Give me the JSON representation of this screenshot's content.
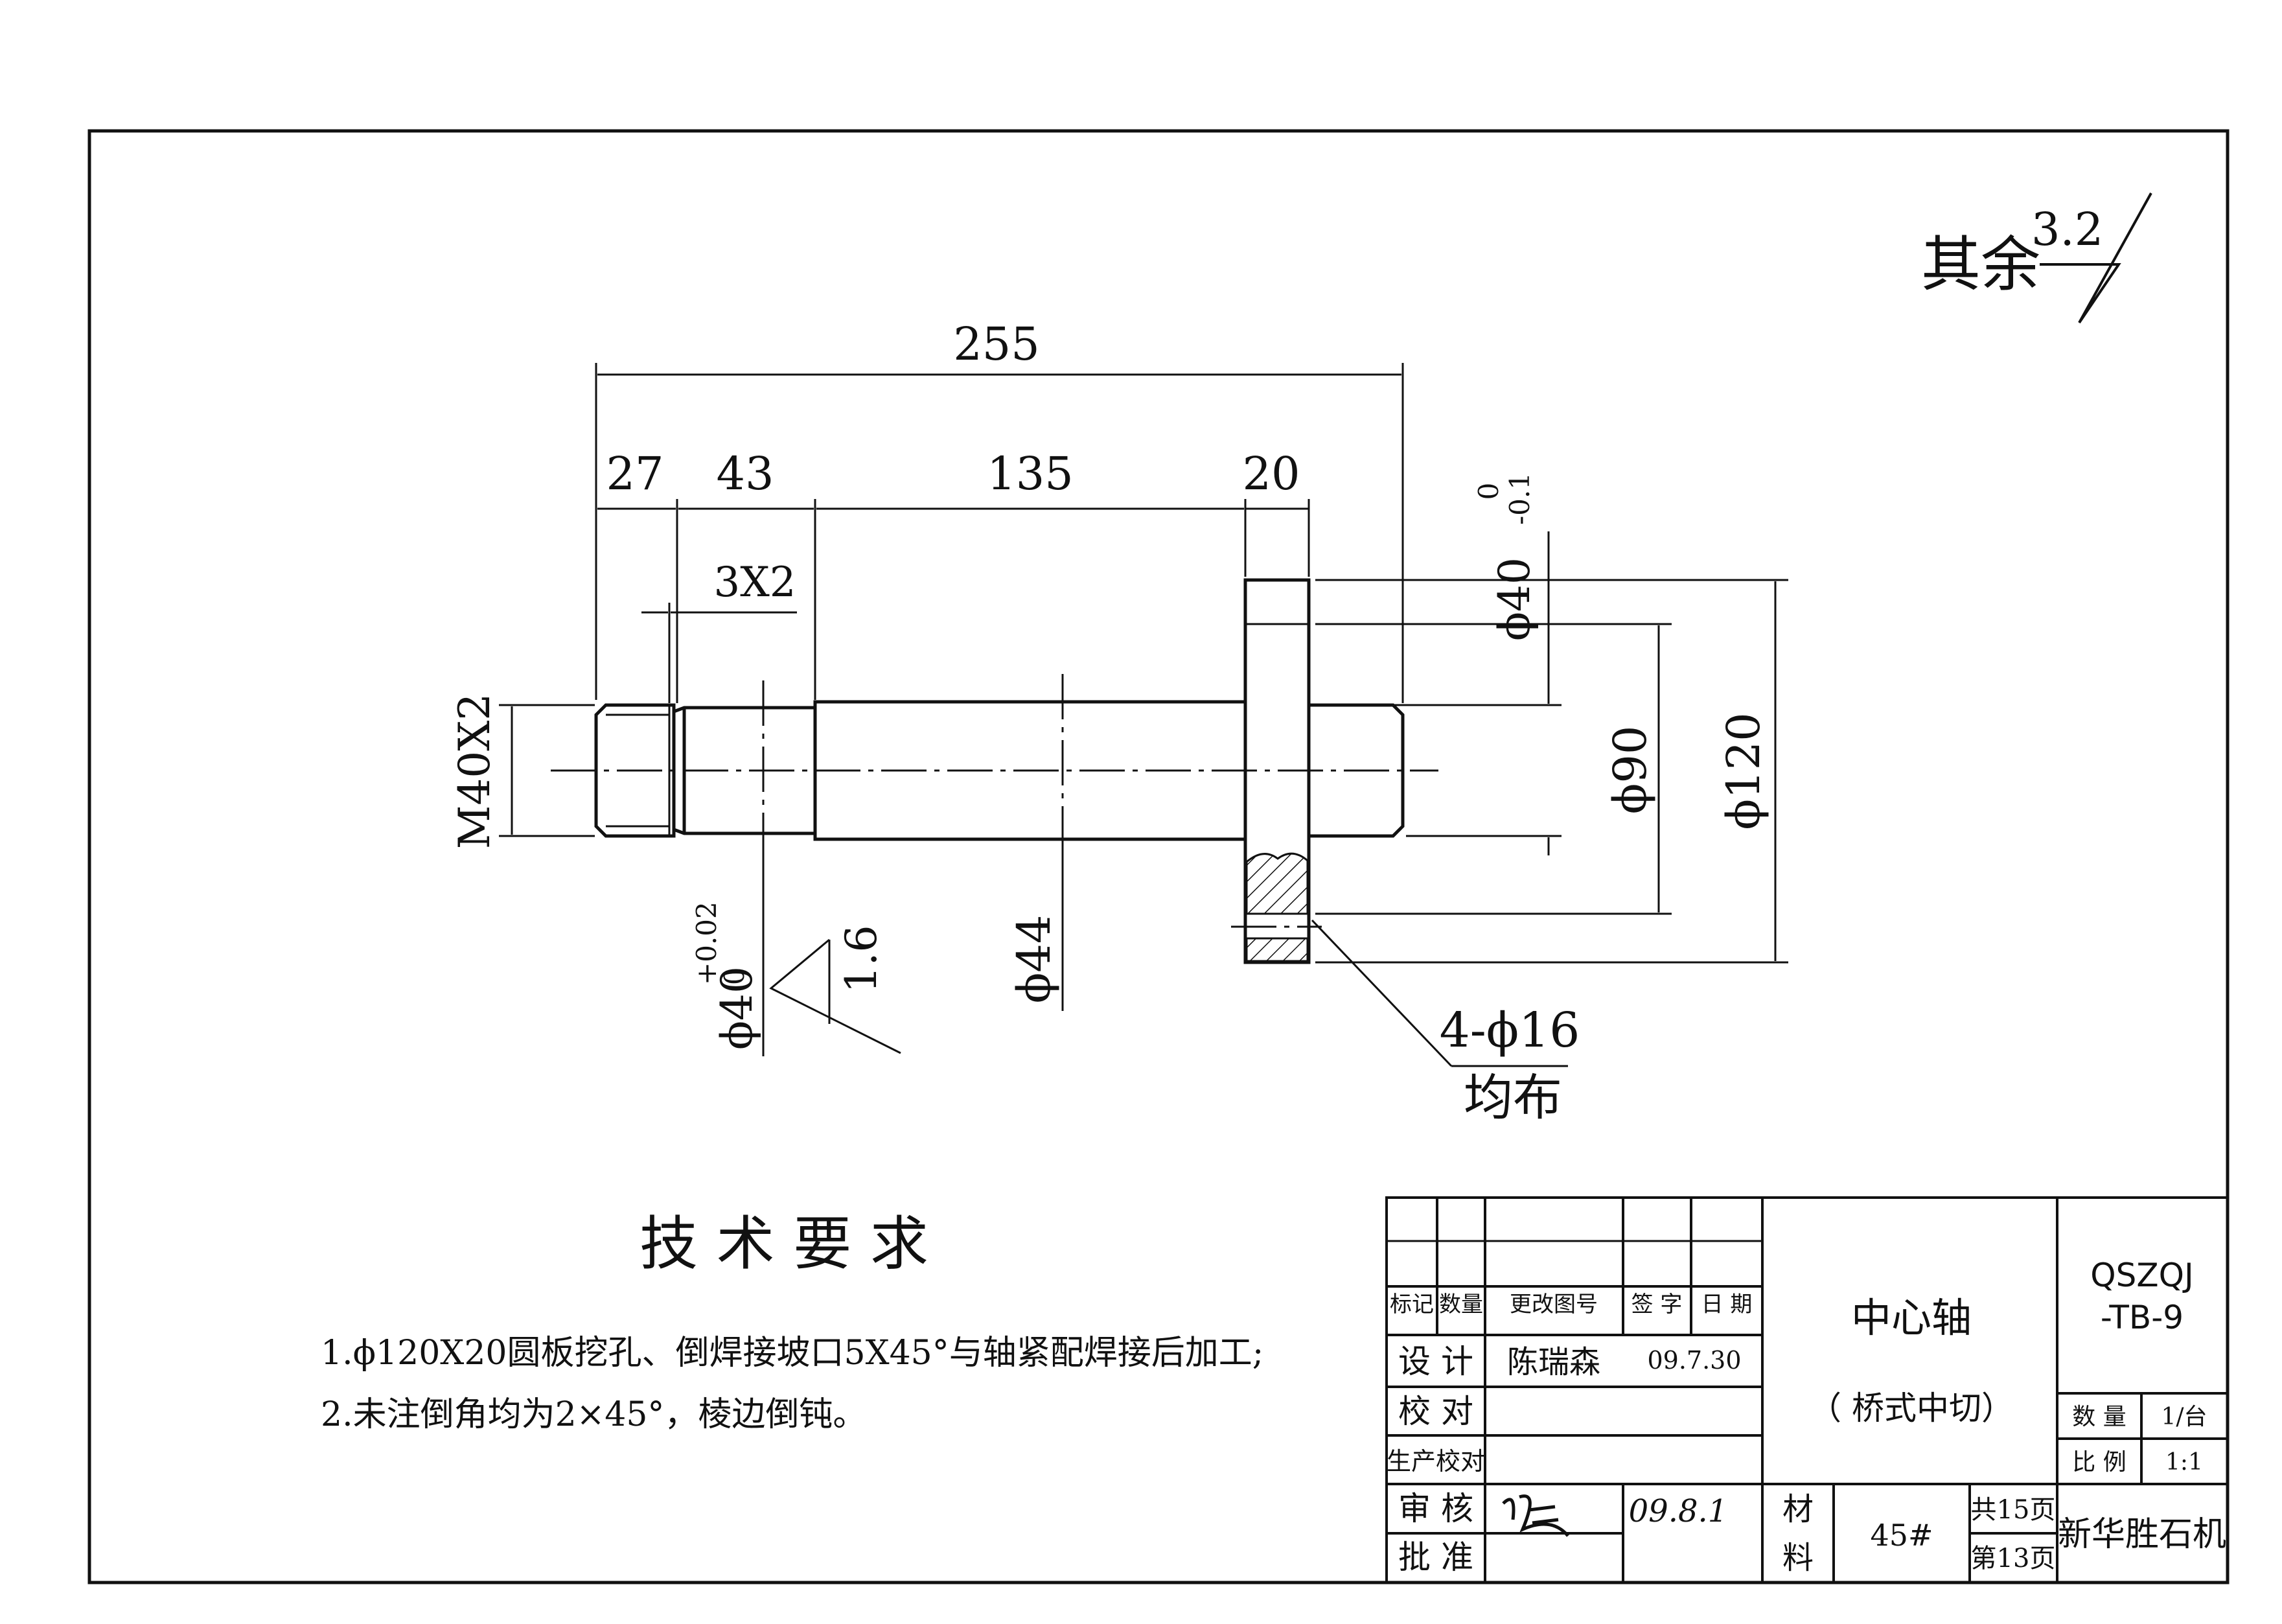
{
  "roughness": {
    "general_prefix": "其余",
    "general_value": "3.2",
    "bore_value": "1.6"
  },
  "dimensions": {
    "overall_length": "255",
    "seg_thread_len": "27",
    "seg_1_len": "43",
    "seg_2_len": "135",
    "seg_flange_len": "20",
    "chamfer": "3X2",
    "thread": "M40X2",
    "bore_dia_main": "ϕ40",
    "bore_dia_upper": "0",
    "bore_dia_lower": "-0.1",
    "journal_dia_main": "ϕ40",
    "journal_dia_upper": "+0.02",
    "journal_dia_lower": "0",
    "shaft_dia": "ϕ44",
    "pcd": "ϕ90",
    "flange_dia": "ϕ120",
    "holes": "4-ϕ16",
    "holes_note": "均布"
  },
  "tech_requirements": {
    "title": "技 术 要 求",
    "items": [
      "1.ϕ120X20圆板挖孔、倒焊接坡口5X45°与轴紧配焊接后加工;",
      "2.未注倒角均为2×45°，棱边倒钝。"
    ]
  },
  "title_block": {
    "revision_headers": [
      "标记",
      "数量",
      "更改图号",
      "签 字",
      "日 期"
    ],
    "roles": {
      "design": "设  计",
      "check": "校  对",
      "production_check": "生产校对",
      "review": "审  核",
      "approve": "批  准"
    },
    "designer": "陈瑞森",
    "design_date": "09.7.30",
    "review_date": "09.8.1",
    "part_name": "中心轴",
    "part_subtitle": "（ 桥式中切）",
    "material_label_1": "材",
    "material_label_2": "料",
    "material": "45#",
    "pages_total": "共15页",
    "page_current": "第13页",
    "drawing_no_1": "QSZQJ",
    "drawing_no_2": "-TB-9",
    "qty_label": "数  量",
    "qty_value": "1/台",
    "scale_label": "比  例",
    "scale_value": "1:1",
    "company": "新华胜石机"
  }
}
